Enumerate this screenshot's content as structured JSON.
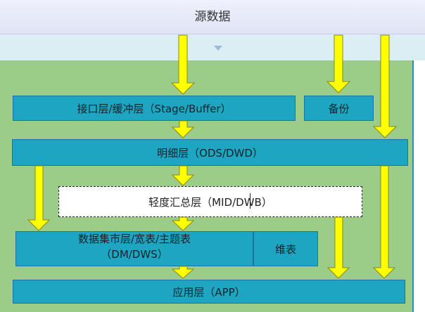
{
  "header": {
    "title": "源数据"
  },
  "layers": {
    "interface": "接口层/缓冲层（Stage/Buffer）",
    "backup": "备份",
    "detail": "明细层（ODS/DWD）",
    "light_summary": "轻度汇总层（MID/DWB）",
    "mart_line1": "数据集市层/宽表/主题表",
    "mart_line2": "（DM/DWS）",
    "dimension": "维表",
    "application": "应用层（APP）"
  },
  "colors": {
    "box_fill": "#1ea5c2",
    "panel_green": "#9bcc88",
    "arrow_yellow": "#ffff00",
    "arrow_outline": "#8a8a1a"
  }
}
